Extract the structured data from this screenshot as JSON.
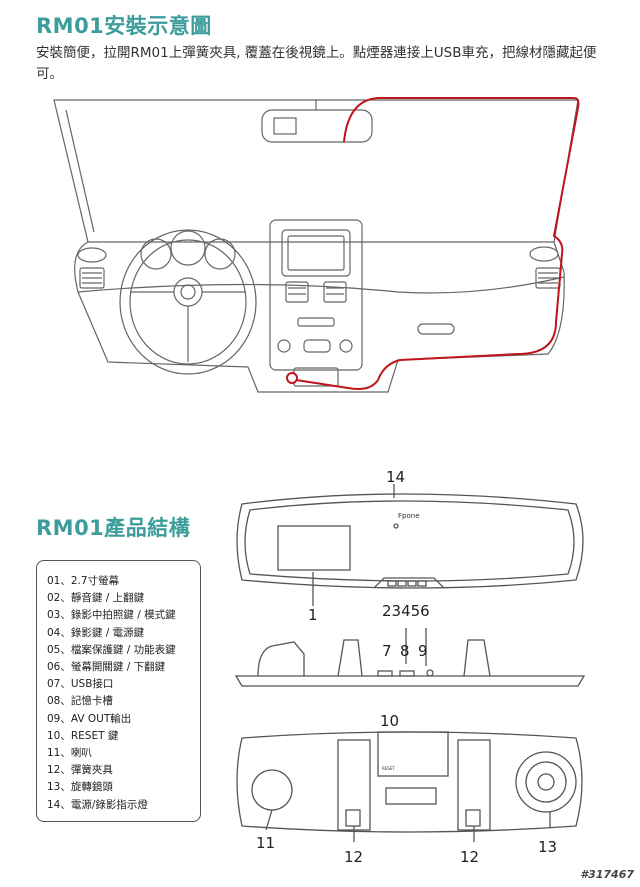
{
  "section1": {
    "title": "RM01安裝示意圖",
    "description": "安裝簡便，拉開RM01上彈簧夾具, 覆蓋在後視鏡上。點煙器連接上USB車充，把線材隱藏起便可。"
  },
  "section2": {
    "title": "RM01產品結構",
    "parts": [
      "01、2.7寸螢幕",
      "02、靜音鍵 / 上翻鍵",
      "03、錄影中拍照鍵 / 模式鍵",
      "04、錄影鍵 / 電源鍵",
      "05、檔案保護鍵 / 功能表鍵",
      "06、螢幕開關鍵 / 下翻鍵",
      "07、USB接口",
      "08、記憶卡槽",
      "09、AV OUT輸出",
      "10、RESET 鍵",
      "11、喇叭",
      "12、彈簧夾具",
      "13、旋轉鏡頭",
      "14、電源/錄影指示燈"
    ]
  },
  "diagram_labels": {
    "n14": "14",
    "n1": "1",
    "buttons": "23456",
    "n7": "7",
    "n8": "8",
    "n9": "9",
    "n10": "10",
    "n11": "11",
    "n12a": "12",
    "n12b": "12",
    "n13": "13",
    "brand": "Fpone",
    "reset": "RESET"
  },
  "watermark": "#317467",
  "colors": {
    "accent": "#3c9d9b",
    "cable": "#c0151a",
    "line": "#555555"
  }
}
